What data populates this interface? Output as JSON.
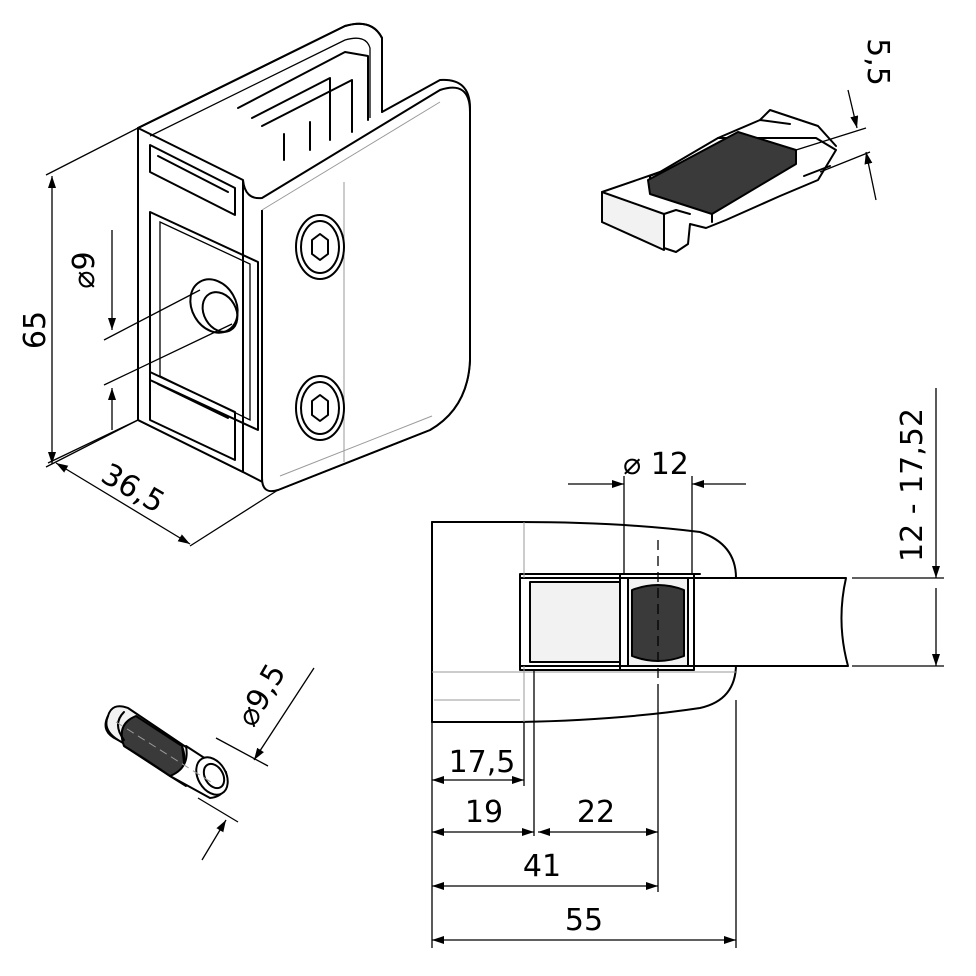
{
  "dimensions": {
    "height_65": "65",
    "depth_36_5": "36,5",
    "hole_phi_9": "⌀9",
    "pin_phi_9_5": "⌀9,5",
    "insert_5_5": "5,5",
    "bolt_phi_12": "⌀ 12",
    "glass_range": "12 - 17,52",
    "d_17_5": "17,5",
    "d_19": "19",
    "d_22": "22",
    "d_41": "41",
    "d_55": "55"
  }
}
